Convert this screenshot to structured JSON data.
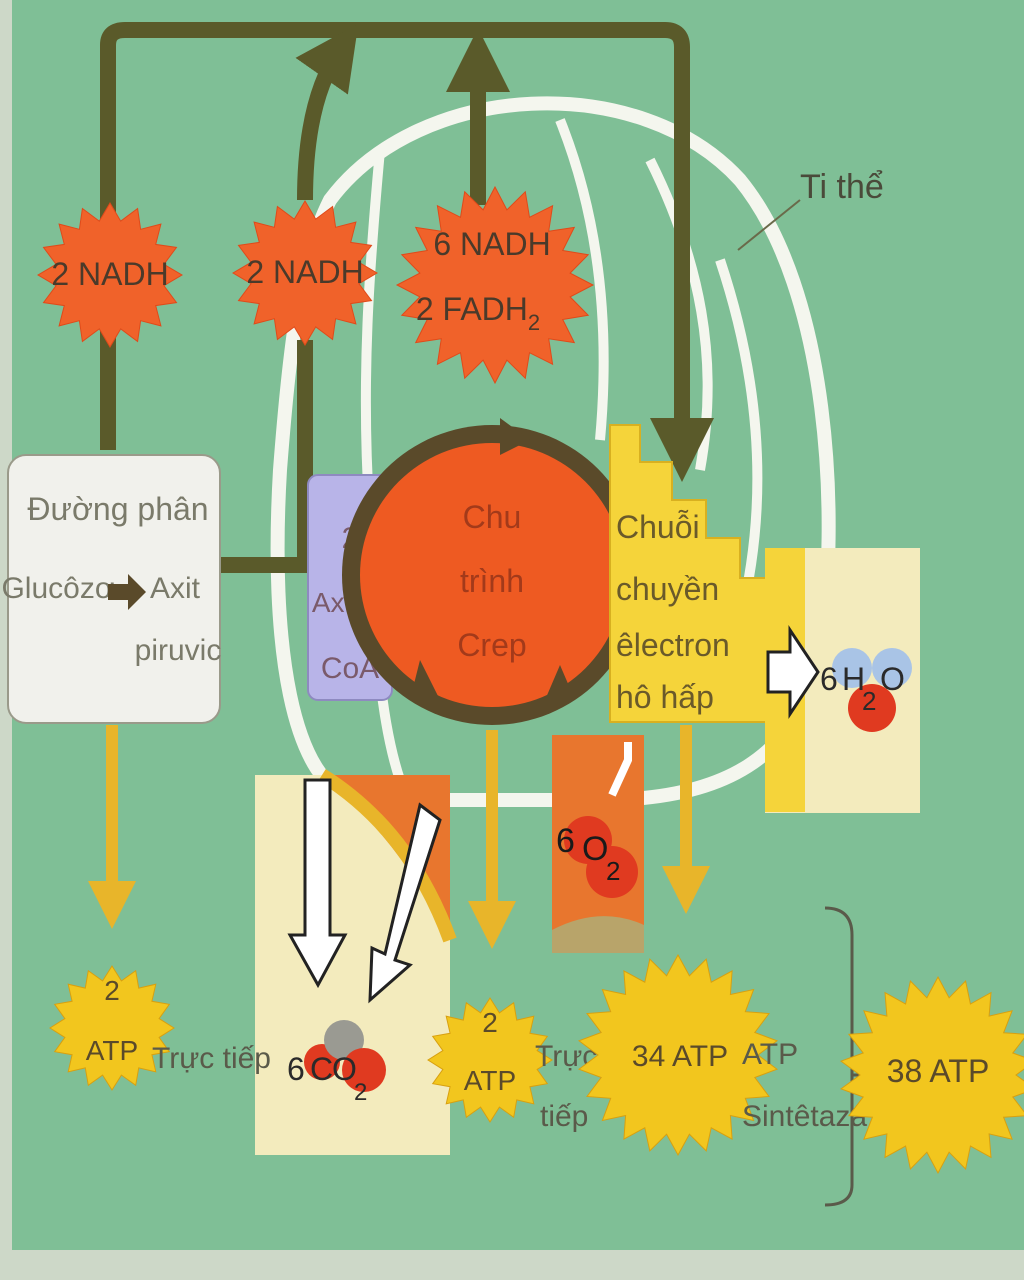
{
  "colors": {
    "background": "#7fbf96",
    "arrow_dark": "#5a5a2a",
    "nadh_star": "#f0622a",
    "atp_star": "#f2c61e",
    "atp_arrow": "#e8b52a",
    "krebs": "#ee5a22",
    "chain": "#f5d43a",
    "acetyl": "#b8b4e8",
    "glyco_box": "#f1f1ec",
    "panel": "#f3ebbd",
    "mito": "#f4f6ee"
  },
  "labels": {
    "mito": "Ti thể",
    "nadh1": "2 NADH",
    "nadh2": "2 NADH",
    "nadh3_l1": "6 NADH",
    "nadh3_l2a": "2 FADH",
    "nadh3_l2sub": "2",
    "glyco_title": "Đường phân",
    "glyco_glucose": "Glucôzơ",
    "glyco_axit": "Axit",
    "glyco_piruvic": "piruvic",
    "acetyl_l1": "2",
    "acetyl_l2": "Axêtyl",
    "acetyl_l3": "CoA",
    "krebs_l1": "Chu",
    "krebs_l2": "trình",
    "krebs_l3": "Crep",
    "chain_l1": "Chuỗi",
    "chain_l2": "chuyền",
    "chain_l3": "êlectron",
    "chain_l4": "hô hấp",
    "h2o_coef": "6",
    "h2o_h": "H",
    "h2o_2": "2",
    "h2o_o": "O",
    "o2_coef": "6",
    "o2_o": "O",
    "o2_2": "2",
    "co2_coef": "6",
    "co2_c": "C",
    "co2_o": "O",
    "co2_2": "2",
    "atp1_l1": "2",
    "atp1_l2": "ATP",
    "atp1_note": "Trực tiếp",
    "atp2_l1": "2",
    "atp2_l2": "ATP",
    "atp2_note_l1": "Trực",
    "atp2_note_l2": "tiếp",
    "atp3": "34 ATP",
    "atp3_note_l1": "ATP",
    "atp3_note_l2": "Sintêtaza",
    "atp_total": "38 ATP"
  }
}
